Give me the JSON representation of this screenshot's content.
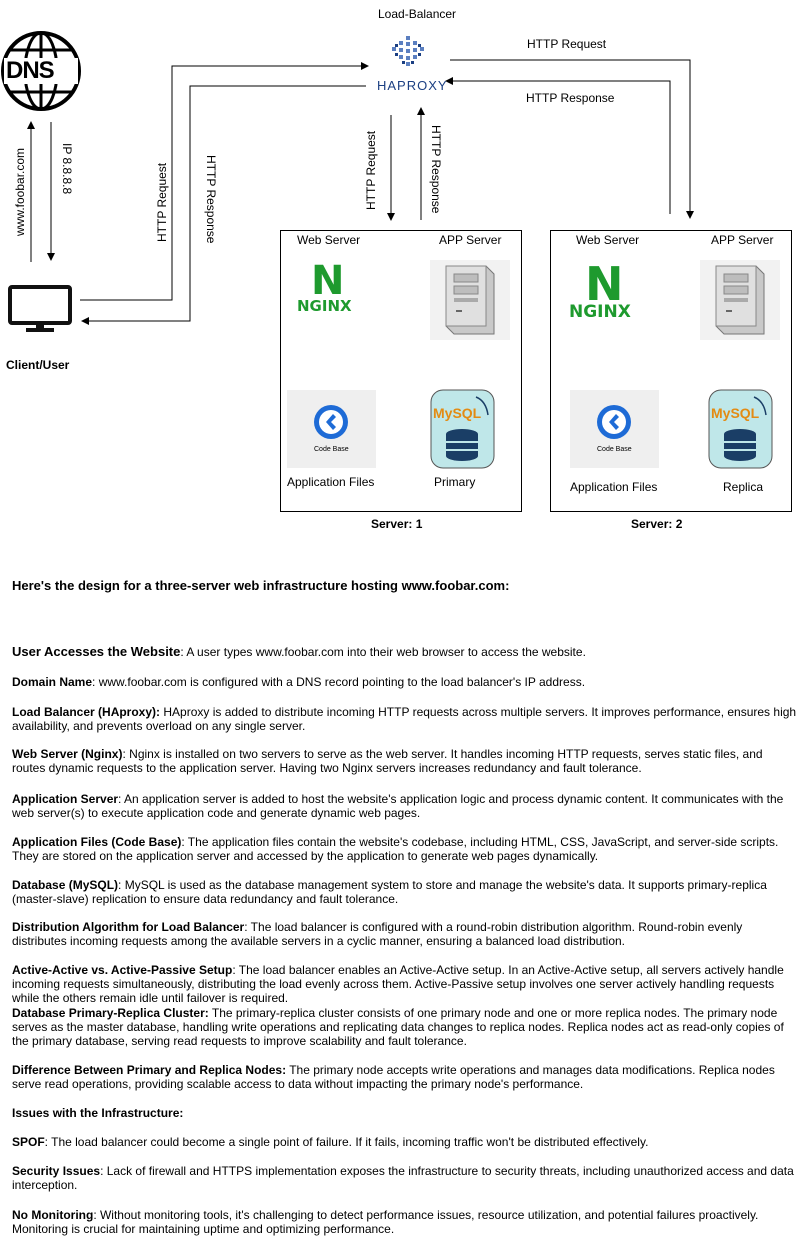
{
  "diagram": {
    "load_balancer_title": "Load-Balancer",
    "haproxy_logo": "HAPROXY",
    "dns_logo": "DNS",
    "client_label": "Client/User",
    "client_dns_left": "www.foobar.com",
    "client_dns_right": "IP 8.8.8.8",
    "client_to_lb": "HTTP Request",
    "lb_to_client": "HTTP Response",
    "top_request": "HTTP Request",
    "top_response": "HTTP Response",
    "lb_s1_request": "HTTP Request",
    "lb_s1_response": "HTTP Response",
    "servers": [
      {
        "title": "Server: 1",
        "web_label": "Web Server",
        "app_label": "APP Server",
        "files_label": "Application Files",
        "db_label": "Primary",
        "codebase_caption": "Code Base",
        "nginx_logo": "NGINX",
        "mysql_logo": "MySQL"
      },
      {
        "title": "Server: 2",
        "web_label": "Web Server",
        "app_label": "APP Server",
        "files_label": "Application Files",
        "db_label": "Replica",
        "codebase_caption": "Code Base",
        "nginx_logo": "NGINX",
        "mysql_logo": "MySQL"
      }
    ]
  },
  "doc": {
    "heading": "Here's the design for a three-server web infrastructure hosting www.foobar.com:",
    "paragraphs": [
      {
        "term": "User Accesses the Website",
        "text": ": A user types www.foobar.com into their web browser to access the website."
      },
      {
        "term": "Domain Name",
        "text": ": www.foobar.com is configured with a DNS record pointing to the load balancer's IP address."
      },
      {
        "term": "Load Balancer (HAproxy):",
        "text": " HAproxy is added to distribute incoming HTTP requests across multiple servers. It improves performance, ensures high availability, and prevents overload on any single server."
      },
      {
        "term": "Web Server (Nginx)",
        "text": ": Nginx is installed on two servers to serve as the web server. It handles incoming HTTP requests, serves static files, and routes dynamic requests to the application server. Having two Nginx servers increases redundancy and fault tolerance."
      },
      {
        "term": "Application Server",
        "text": ": An application server is added to host the website's application logic and process dynamic content. It communicates with the web server(s) to execute application code and generate dynamic web pages."
      },
      {
        "term": "Application Files (Code Base)",
        "text": ": The application files contain the website's codebase, including HTML, CSS, JavaScript, and server-side scripts. They are stored on the application server and accessed by the application to generate web pages dynamically."
      },
      {
        "term": "Database (MySQL)",
        "text": ": MySQL is used as the database management system to store and manage the website's data. It supports primary-replica (master-slave) replication to ensure data redundancy and fault tolerance."
      },
      {
        "term": "Distribution Algorithm for Load Balancer",
        "text": ": The load balancer is configured with a round-robin distribution algorithm. Round-robin evenly distributes incoming requests among the available servers in a cyclic manner, ensuring a balanced load distribution."
      },
      {
        "term": "Active-Active vs. Active-Passive Setup",
        "text": ": The load balancer enables an Active-Active setup. In an Active-Active setup, all servers actively handle incoming requests simultaneously, distributing the load evenly across them. Active-Passive setup involves one server actively handling requests while the others remain idle until failover is required."
      },
      {
        "term": "Database Primary-Replica Cluster:",
        "text": " The primary-replica cluster consists of one primary node and one or more replica nodes. The primary node serves as the master database, handling write operations and replicating data changes to replica nodes. Replica nodes act as read-only copies of the primary database, serving read requests to improve scalability and fault tolerance."
      },
      {
        "term": "Difference Between Primary and Replica Nodes:",
        "text": " The primary node accepts write operations and manages data modifications. Replica nodes serve read operations, providing scalable access to data without impacting the primary node's performance."
      },
      {
        "term": "Issues with the Infrastructure:",
        "text": ""
      },
      {
        "term": "SPOF",
        "text": ": The load balancer could become a single point of failure. If it fails, incoming traffic won't be distributed effectively."
      },
      {
        "term": "Security Issues",
        "text": ": Lack of firewall and HTTPS implementation exposes the infrastructure to security threats, including unauthorized access and data interception."
      },
      {
        "term": "No Monitoring",
        "text": ": Without monitoring tools, it's challenging to detect performance issues, resource utilization, and potential failures proactively. Monitoring is crucial for maintaining uptime and optimizing performance."
      }
    ]
  }
}
